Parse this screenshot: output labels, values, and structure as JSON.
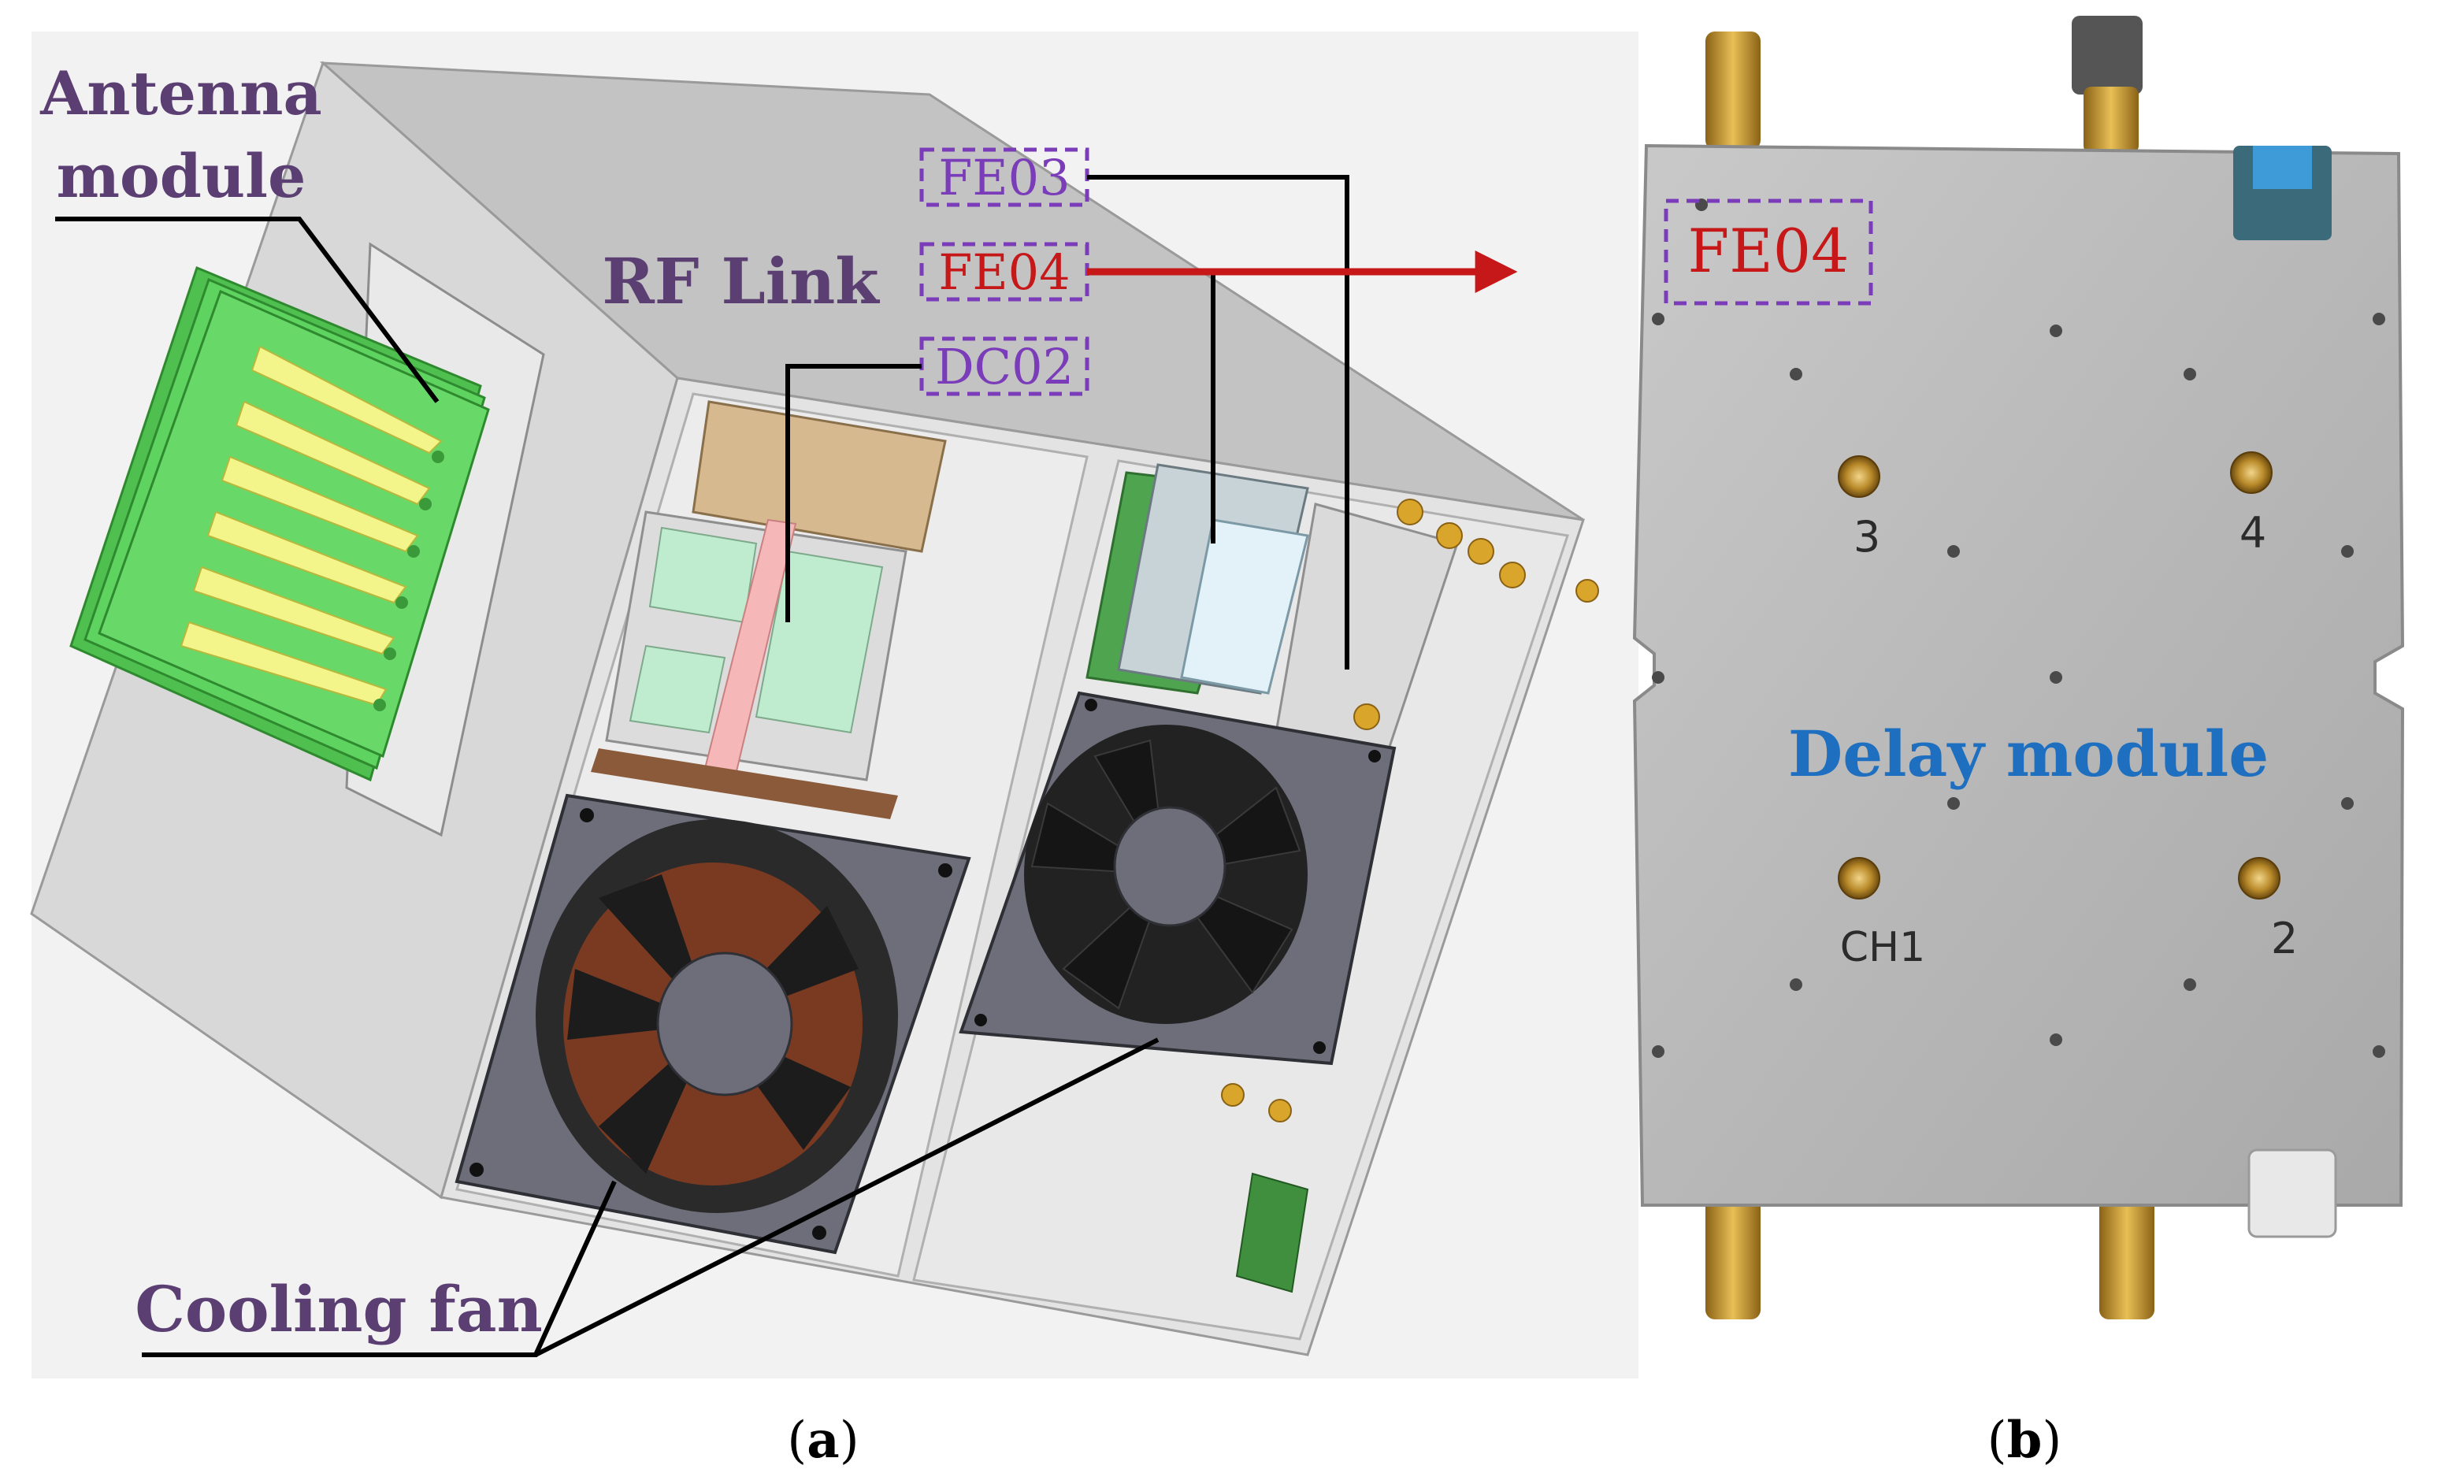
{
  "panel_a": {
    "labels": {
      "antenna_line1": "Antenna",
      "antenna_line2": "module",
      "rf_link": "RF Link",
      "cooling_fan": "Cooling fan"
    },
    "module_boxes": {
      "fe03": "FE03",
      "fe04": "FE04",
      "dc02": "DC02"
    },
    "caption_open": "(",
    "caption_letter": "a",
    "caption_close": ")"
  },
  "panel_b": {
    "box_label": "FE04",
    "delay_module": "Delay module",
    "port_marks": [
      "3",
      "4",
      "CH1",
      "2"
    ],
    "caption_open": "(",
    "caption_letter": "b",
    "caption_close": ")"
  },
  "colors": {
    "label_purple": "#5b3f73",
    "box_purple": "#7a3cb8",
    "highlight_red": "#c61818",
    "delay_blue": "#1f6fc0",
    "pcb_green": "#5fd35f",
    "brass": "#d9a52a"
  }
}
